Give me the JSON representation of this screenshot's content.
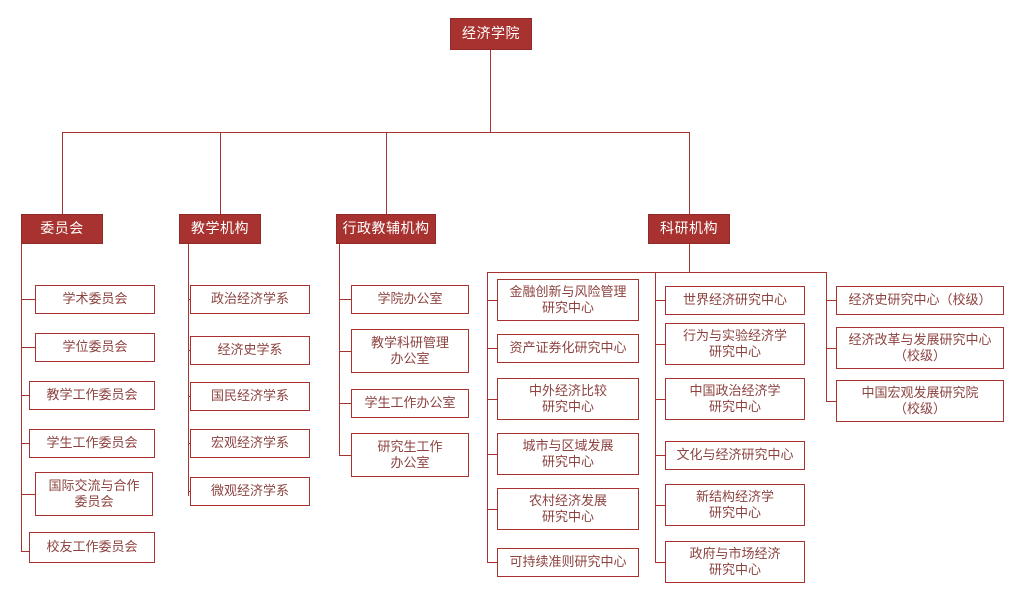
{
  "colors": {
    "brand": "#A8322F",
    "brand_border": "#8E2B28",
    "leaf_text": "#8C4340",
    "background": "#FFFFFF"
  },
  "root": {
    "label": "经济学院"
  },
  "categories": [
    {
      "label": "委员会"
    },
    {
      "label": "教学机构"
    },
    {
      "label": "行政教辅机构"
    },
    {
      "label": "科研机构"
    }
  ],
  "committees": [
    {
      "label": "学术委员会"
    },
    {
      "label": "学位委员会"
    },
    {
      "label": "教学工作委员会"
    },
    {
      "label": "学生工作委员会"
    },
    {
      "label": "国际交流与合作\n委员会"
    },
    {
      "label": "校友工作委员会"
    }
  ],
  "teaching": [
    {
      "label": "政治经济学系"
    },
    {
      "label": "经济史学系"
    },
    {
      "label": "国民经济学系"
    },
    {
      "label": "宏观经济学系"
    },
    {
      "label": "微观经济学系"
    }
  ],
  "administrative": [
    {
      "label": "学院办公室"
    },
    {
      "label": "教学科研管理\n办公室"
    },
    {
      "label": "学生工作办公室"
    },
    {
      "label": "研究生工作\n办公室"
    }
  ],
  "research_col_a": [
    {
      "label": "金融创新与风险管理\n研究中心"
    },
    {
      "label": "资产证券化研究中心"
    },
    {
      "label": "中外经济比较\n研究中心"
    },
    {
      "label": "城市与区域发展\n研究中心"
    },
    {
      "label": "农村经济发展\n研究中心"
    },
    {
      "label": "可持续准则研究中心"
    }
  ],
  "research_col_b": [
    {
      "label": "世界经济研究中心"
    },
    {
      "label": "行为与实验经济学\n研究中心"
    },
    {
      "label": "中国政治经济学\n研究中心"
    },
    {
      "label": "文化与经济研究中心"
    },
    {
      "label": "新结构经济学\n研究中心"
    },
    {
      "label": "政府与市场经济\n研究中心"
    }
  ],
  "research_col_c": [
    {
      "label": "经济史研究中心（校级）"
    },
    {
      "label": "经济改革与发展研究中心\n（校级）"
    },
    {
      "label": "中国宏观发展研究院\n（校级）"
    }
  ]
}
